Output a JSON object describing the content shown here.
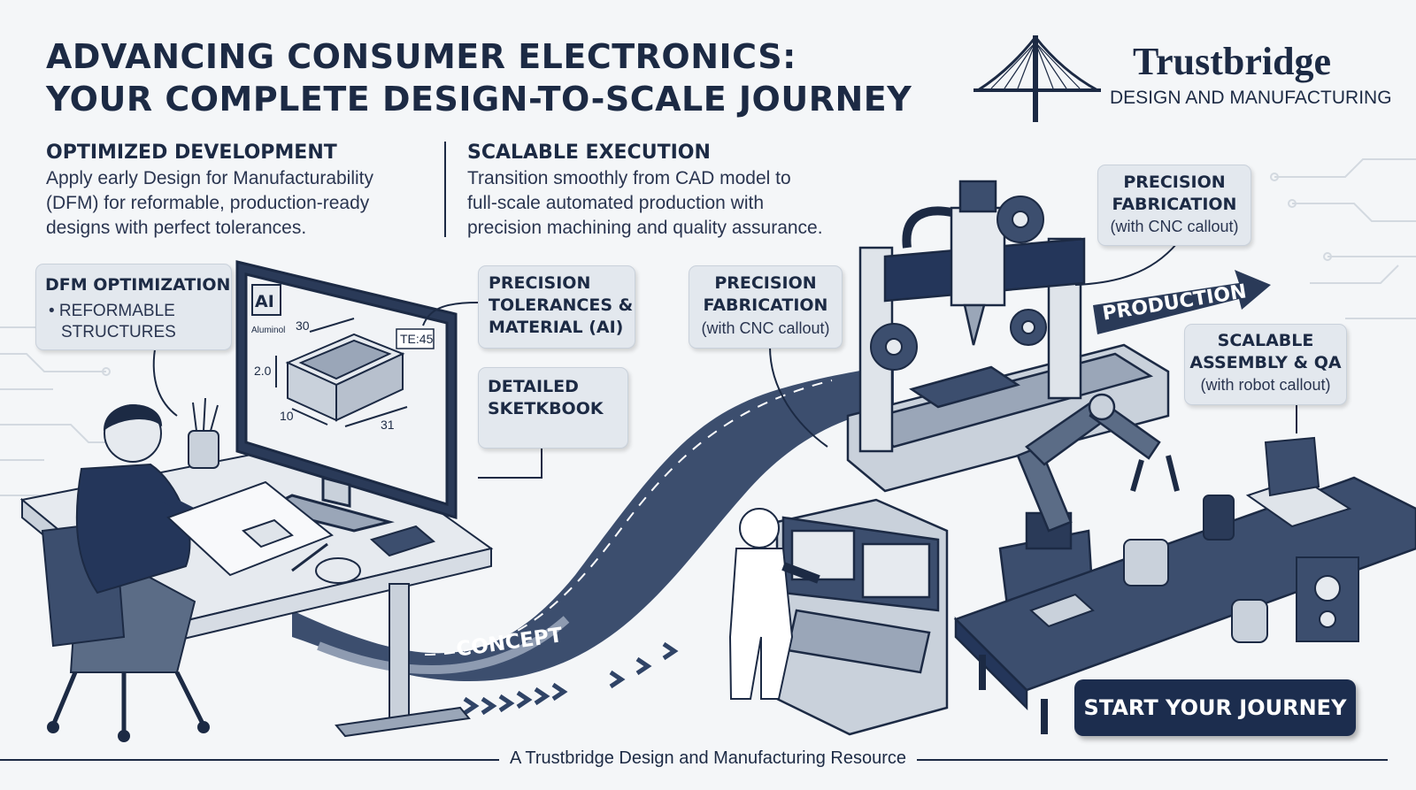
{
  "header": {
    "title_line1": "ADVANCING CONSUMER ELECTRONICS:",
    "title_line2": "YOUR COMPLETE DESIGN-TO-SCALE JOURNEY"
  },
  "brand": {
    "name": "Trustbridge",
    "tagline": "DESIGN AND MANUFACTURING"
  },
  "sections": {
    "development": {
      "title": "OPTIMIZED DEVELOPMENT",
      "lines": [
        "Apply early Design for Manufacturability",
        "(DFM) for reformable, production-ready",
        "designs with perfect tolerances."
      ]
    },
    "execution": {
      "title": "SCALABLE EXECUTION",
      "lines": [
        "Transition smoothly from CAD model to",
        "full-scale automated production with",
        "precision machining and quality assurance."
      ]
    }
  },
  "callouts": {
    "dfm": {
      "title": "DFM OPTIMIZATION",
      "items": [
        "• REFORMABLE",
        "STRUCTURES"
      ]
    },
    "tolerances": {
      "lines": [
        "PRECISION",
        "TOLERANCES &",
        "MATERIAL (AI)"
      ]
    },
    "sketchbook": {
      "lines": [
        "DETAILED",
        "SKETKBOOK"
      ]
    },
    "fabrication_mid": {
      "lines": [
        "PRECISION",
        "FABRICATION"
      ],
      "sub": "(with CNC callout)"
    },
    "fabrication_top": {
      "lines": [
        "PRECISION",
        "FABRICATION"
      ],
      "sub": "(with CNC callout)"
    },
    "assembly": {
      "lines": [
        "SCALABLE",
        "ASSEMBLY & QA"
      ],
      "sub": "(with robot callout)"
    }
  },
  "cad": {
    "badge": "AI",
    "material": "Aluminol",
    "dim_30": "30",
    "dim_20": "2.0",
    "dim_10": "10",
    "dim_31": "31",
    "tag": "TE:45"
  },
  "flow": {
    "concept_label": "CONCEPT",
    "production_label": "PRODUCTION"
  },
  "cta": {
    "label": "START YOUR JOURNEY"
  },
  "footer": {
    "text": "A Trustbridge Design and Manufacturing Resource"
  },
  "colors": {
    "navy": "#1c2a44",
    "callout_bg": "#e3e8ee",
    "page_bg": "#f4f6f8",
    "cta_bg": "#1c2d4e"
  }
}
